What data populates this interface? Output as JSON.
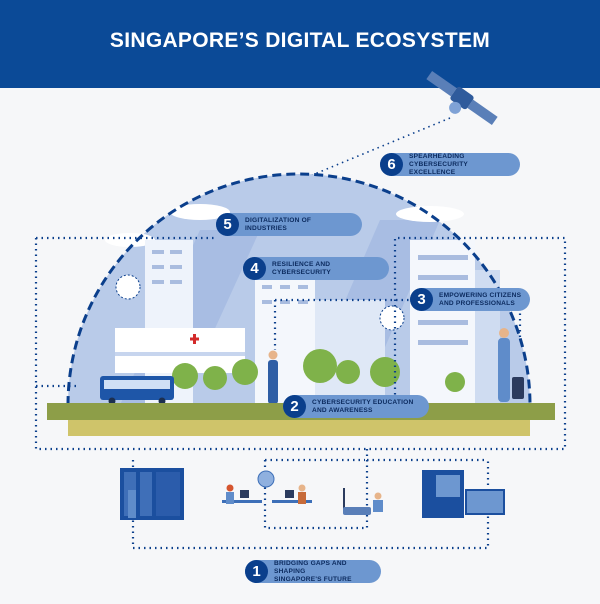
{
  "header": {
    "title": "SINGAPORE’S DIGITAL ECOSYSTEM"
  },
  "colors": {
    "brand_blue": "#0b4a97",
    "pill": "#6d97d0",
    "pill_number": "#0a3f8c",
    "dome": "#b9cbe9",
    "ground": "#8d9e48",
    "base": "#cfc46a"
  },
  "pillars": [
    {
      "number": "1",
      "label_line1": "BRIDGING GAPS AND SHAPING",
      "label_line2": "SINGAPORE'S FUTURE"
    },
    {
      "number": "2",
      "label_line1": "CYBERSECURITY EDUCATION",
      "label_line2": "AND AWARENESS"
    },
    {
      "number": "3",
      "label_line1": "EMPOWERING CITIZENS",
      "label_line2": "AND PROFESSIONALS"
    },
    {
      "number": "4",
      "label_line1": "RESILIENCE AND CYBERSECURITY",
      "label_line2": ""
    },
    {
      "number": "5",
      "label_line1": "DIGITALIZATION OF INDUSTRIES",
      "label_line2": ""
    },
    {
      "number": "6",
      "label_line1": "SPEARHEADING",
      "label_line2": "CYBERSECURITY EXCELLENCE"
    }
  ]
}
